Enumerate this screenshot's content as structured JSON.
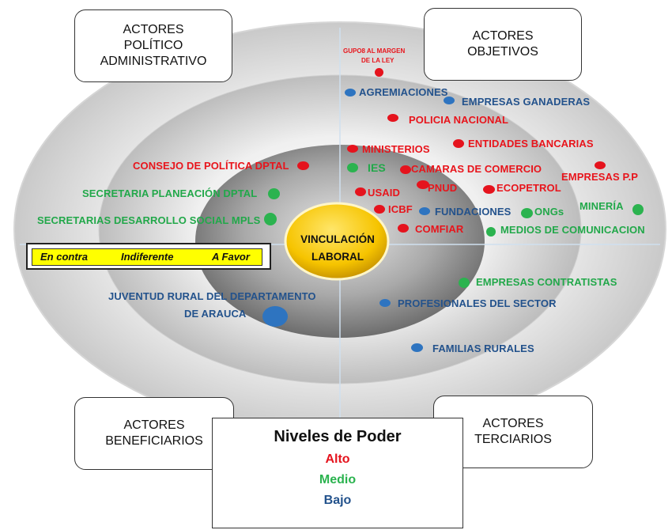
{
  "quadrants": {
    "politico": [
      "ACTORES",
      "POLÍTICO",
      "ADMINISTRATIVO"
    ],
    "objetivos": [
      "ACTORES",
      "OBJETIVOS"
    ],
    "beneficiarios": [
      "ACTORES",
      "BENEFICIARIOS"
    ],
    "terciarios": [
      "ACTORES",
      "TERCIARIOS"
    ]
  },
  "center": {
    "line1": "VINCULACIÓN",
    "line2": "LABORAL"
  },
  "stance_legend": {
    "against": "En contra",
    "neutral": "Indiferente",
    "favor": "A Favor"
  },
  "power_legend": {
    "title": "Niveles de Poder",
    "high": "Alto",
    "medium": "Medio",
    "low": "Bajo"
  },
  "colors": {
    "high": "#e5131d",
    "medium": "#2bb34f",
    "low": "#2e74c0",
    "center": "#f7c600"
  },
  "actors": [
    {
      "label": "GUPO8 AL MARGEN",
      "power": "high"
    },
    {
      "label": "DE LA LEY",
      "power": "high"
    },
    {
      "label": "AGREMIACIONES",
      "power": "low"
    },
    {
      "label": "EMPRESAS GANADERAS",
      "power": "low"
    },
    {
      "label": "POLICIA NACIONAL",
      "power": "high"
    },
    {
      "label": "MINISTERIOS",
      "power": "high"
    },
    {
      "label": "ENTIDADES BANCARIAS",
      "power": "high"
    },
    {
      "label": "CONSEJO DE POLÍTICA DPTAL",
      "power": "high"
    },
    {
      "label": "IES",
      "power": "medium"
    },
    {
      "label": "CAMARAS DE COMERCIO",
      "power": "high"
    },
    {
      "label": "EMPRESAS P.P",
      "power": "high"
    },
    {
      "label": "SECRETARIA PLANEACIÓN DPTAL",
      "power": "medium"
    },
    {
      "label": "USAID",
      "power": "high"
    },
    {
      "label": "PNUD",
      "power": "high"
    },
    {
      "label": "ECOPETROL",
      "power": "high"
    },
    {
      "label": "MINERÍA",
      "power": "medium"
    },
    {
      "label": "SECRETARIAS DESARROLLO SOCIAL MPLS",
      "power": "medium"
    },
    {
      "label": "ICBF",
      "power": "high"
    },
    {
      "label": "FUNDACIONES",
      "power": "low"
    },
    {
      "label": "ONGs",
      "power": "medium"
    },
    {
      "label": "COMFIAR",
      "power": "high"
    },
    {
      "label": "MEDIOS DE COMUNICACION",
      "power": "medium"
    },
    {
      "label": "EMPRESAS CONTRATISTAS",
      "power": "medium"
    },
    {
      "label": "JUVENTUD RURAL DEL DEPARTAMENTO",
      "power": "low"
    },
    {
      "label": "DE ARAUCA",
      "power": "low"
    },
    {
      "label": "PROFESIONALES DEL SECTOR",
      "power": "low"
    },
    {
      "label": "FAMILIAS RURALES",
      "power": "low"
    }
  ]
}
